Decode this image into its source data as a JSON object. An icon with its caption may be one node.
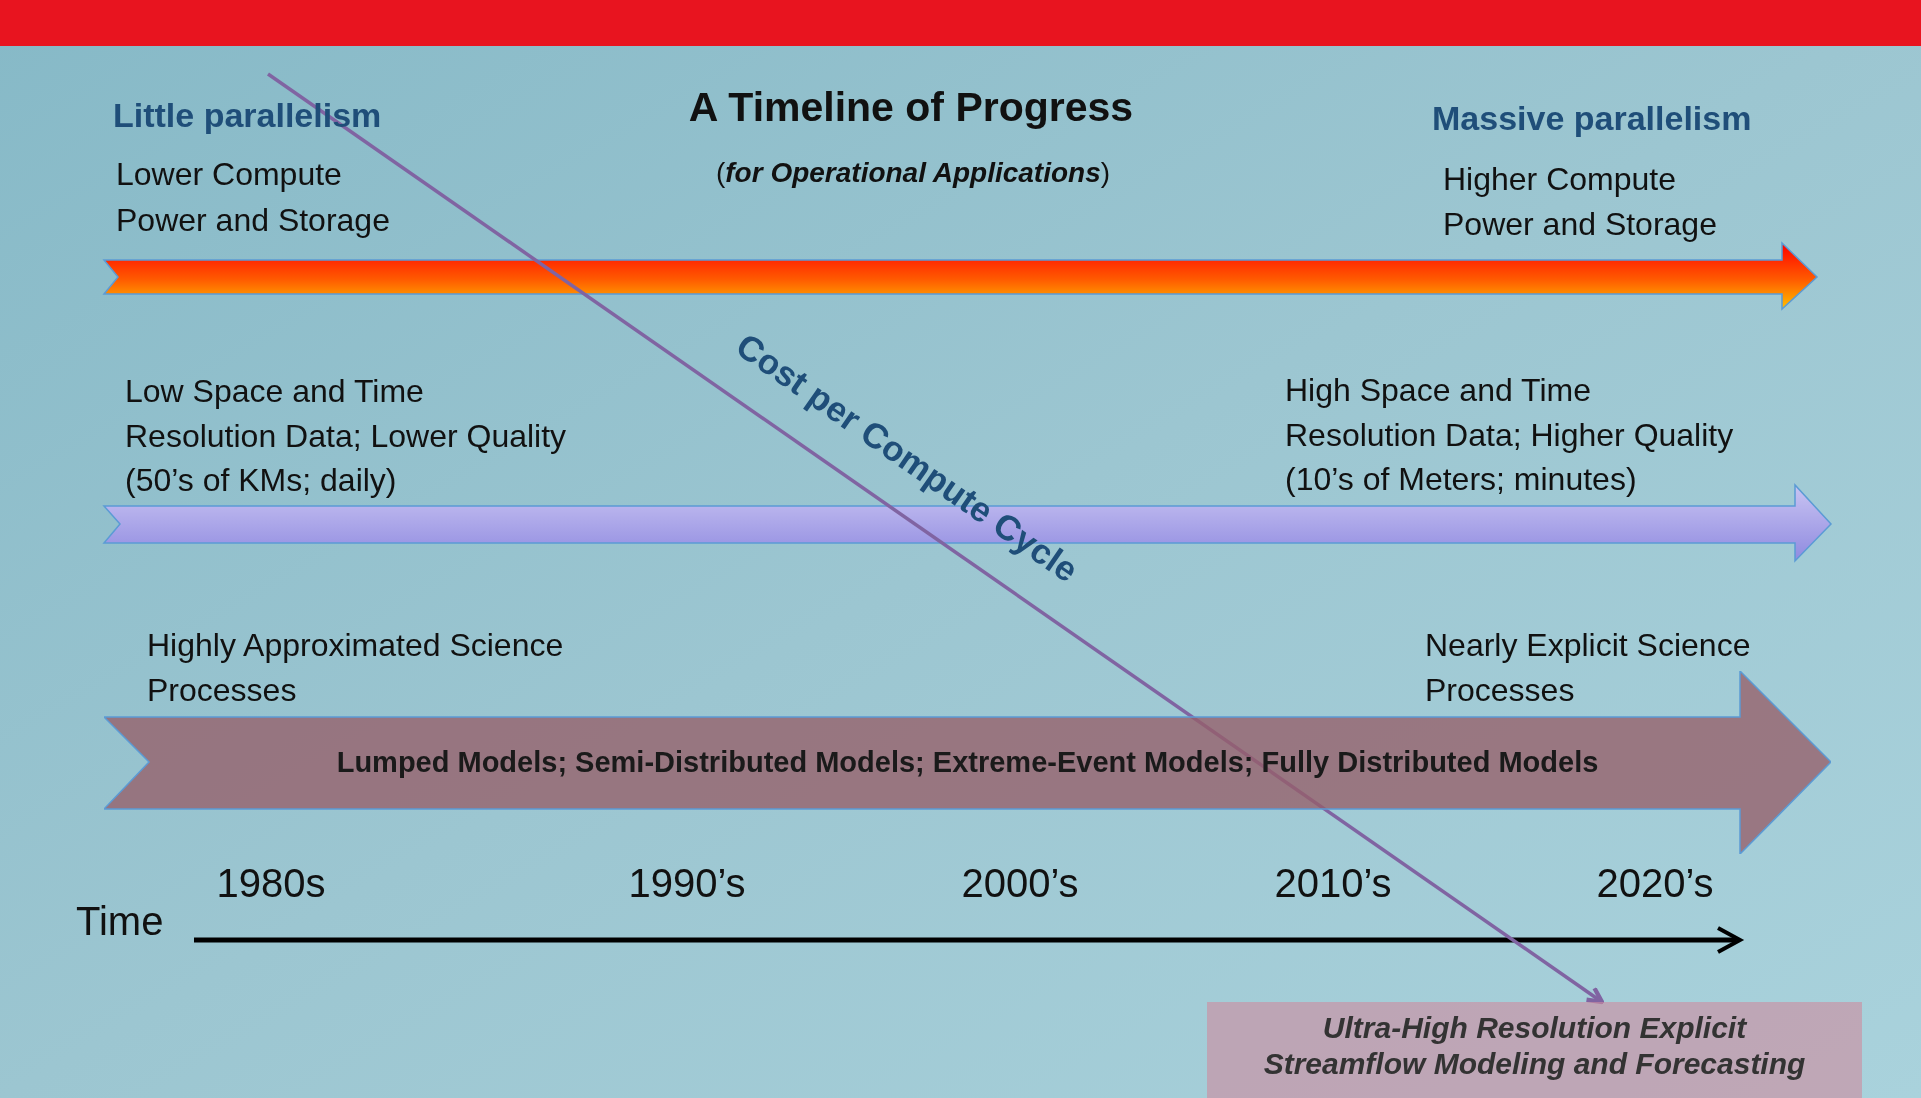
{
  "diagram": {
    "title": "A Timeline of Progress",
    "nodes": [
      {
        "text": [
          "Lumped Models; Semi-Distributed Models; Extreme-Event Models; Fully Distributed Models"
        ]
      },
      {
        "text": [
          "Ultra-High Resolution Explicit Streamflow Modeling and Forecasting"
        ]
      }
    ],
    "edges": [
      {
        "from": null,
        "to": 1,
        "arrow": "to",
        "label": "Cost per Compute Cycle",
        "color": "#8064a2"
      }
    ],
    "labels": [
      "Little parallelism",
      "(**for Operational Applications**)",
      "Massive parallelism",
      "Lower Compute",
      "Power and Storage",
      "Higher Compute",
      "Power and Storage",
      "Low Space and Time",
      "Resolution Data; Lower Quality",
      "(50’s of KMs; daily)",
      "High Space and Time",
      "Resolution Data; Higher Quality",
      "(10’s of Meters; minutes)",
      "Highly Approximated Science",
      "Processes",
      "Nearly Explicit Science",
      "Processes",
      "1980s",
      "1990’s",
      "2000’s",
      "2010’s",
      "2020’s",
      "Time"
    ]
  }
}
